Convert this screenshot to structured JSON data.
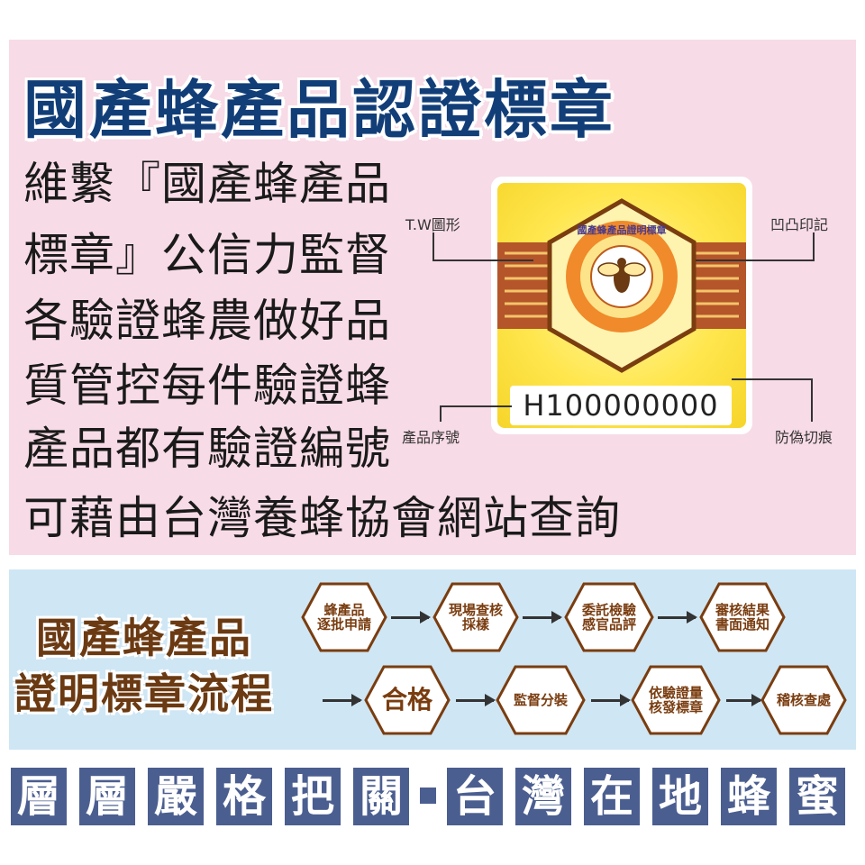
{
  "title": "國產蜂產品認證標章",
  "description_lines": [
    "維繫『國產蜂產品",
    "標章』公信力監督",
    "各驗證蜂農做好品",
    "質管控每件驗證蜂",
    "產品都有驗證編號",
    "可藉由台灣養蜂協會網站查詢"
  ],
  "label": {
    "tw_shape": "T.W圖形",
    "emboss": "凹凸印記",
    "serial_label": "產品序號",
    "anti_counterfeit": "防偽切痕",
    "serial_number": "H100000000",
    "seal_text": "國產蜂產品證明標章"
  },
  "process": {
    "title_line1": "國產蜂產品",
    "title_line2": "證明標章流程",
    "row1": [
      {
        "line1": "蜂產品",
        "line2": "逐批申請"
      },
      {
        "line1": "現場查核",
        "line2": "採樣"
      },
      {
        "line1": "委託檢驗",
        "line2": "感官品評"
      },
      {
        "line1": "審核結果",
        "line2": "書面通知"
      }
    ],
    "row2": [
      {
        "line1": "合格",
        "line2": ""
      },
      {
        "line1": "監督分裝",
        "line2": ""
      },
      {
        "line1": "依驗證量",
        "line2": "核發標章"
      },
      {
        "line1": "稽核查處",
        "line2": ""
      }
    ]
  },
  "slogan": [
    "層",
    "層",
    "嚴",
    "格",
    "把",
    "關",
    "台",
    "灣",
    "在",
    "地",
    "蜂",
    "蜜"
  ],
  "colors": {
    "title": "#123e78",
    "pink": "#f7dbe6",
    "blue": "#cfe6f4",
    "brown": "#7a3d10",
    "slogan_bg": "#4b5e90"
  }
}
